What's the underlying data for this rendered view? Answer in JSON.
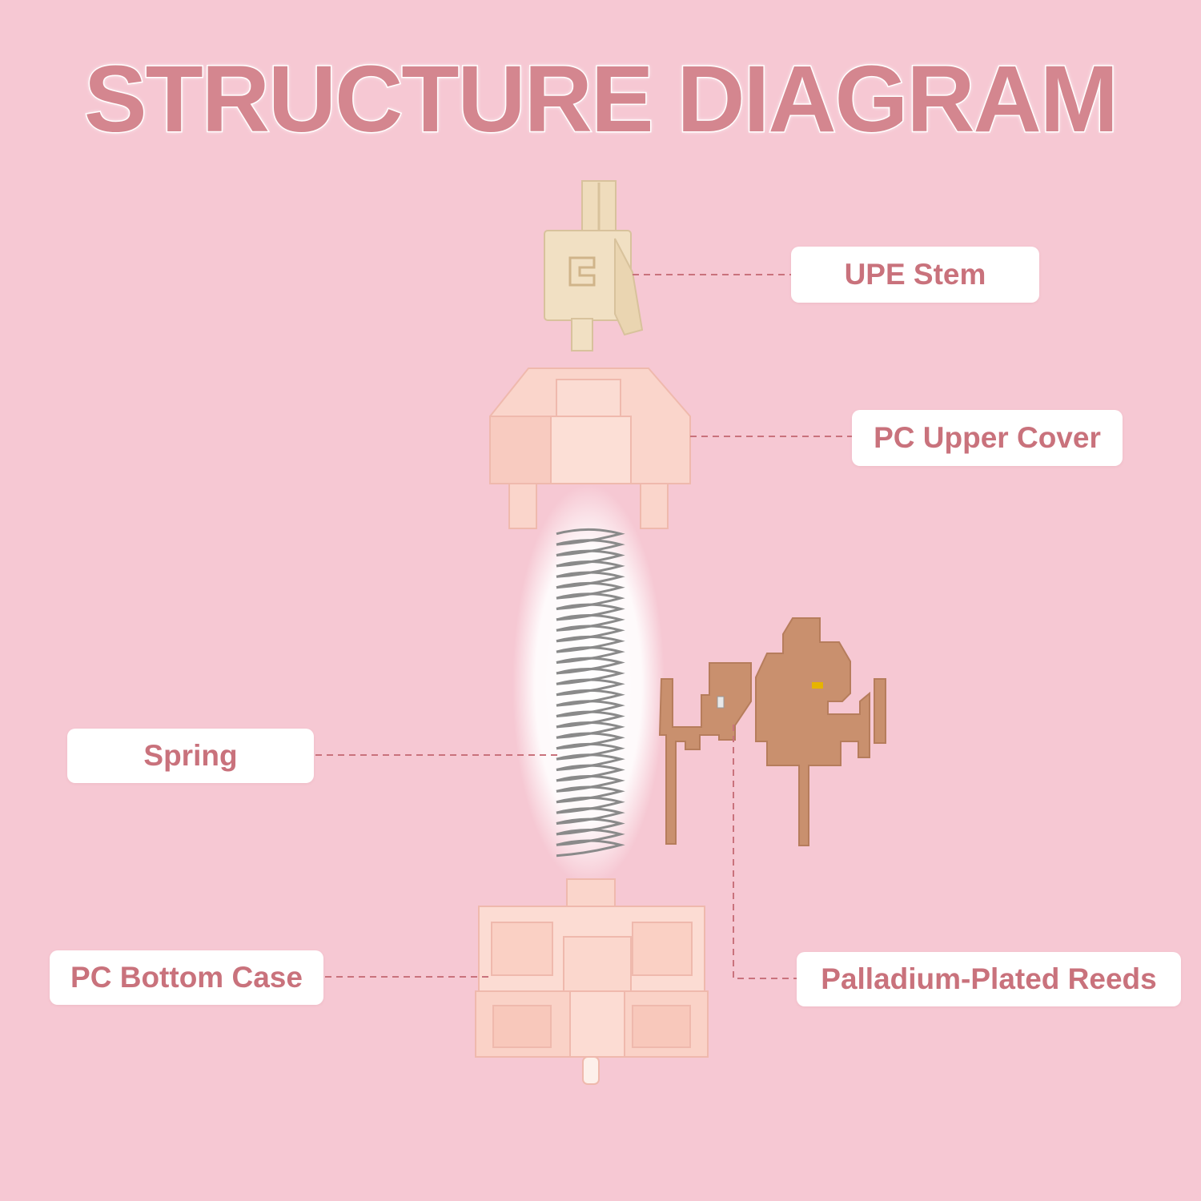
{
  "title": "STRUCTURE DIAGRAM",
  "colors": {
    "background": "#f6c8d3",
    "title_fill": "#d4868f",
    "label_text": "#c9727c",
    "label_bg": "#ffffff",
    "leader_line": "#c9727c",
    "stem": "#efdcbc",
    "housing": "#f9d2c8",
    "reed": "#c9906e"
  },
  "labels": {
    "upe_stem": "UPE Stem",
    "upper_cover": "PC Upper Cover",
    "spring": "Spring",
    "bottom_case": "PC Bottom Case",
    "reeds": "Palladium-Plated Reeds"
  }
}
